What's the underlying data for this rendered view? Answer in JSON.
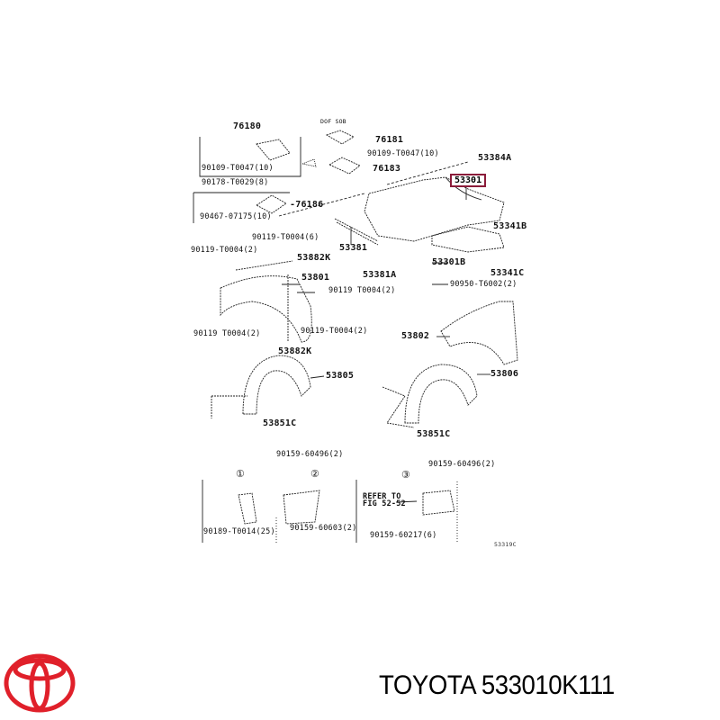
{
  "header": {
    "figure_code": "DOF SOB"
  },
  "parts": {
    "p76180": "76180",
    "p76181": "76181",
    "p76183": "76183",
    "p76186": "-76186",
    "p53384A": "53384A",
    "p53301": "53301",
    "p53341B": "53341B",
    "p53381": "53381",
    "p53381A": "53381A",
    "p53301B": "53301B",
    "p53341C": "53341C",
    "p53882K_top": "53882K",
    "p53801": "53801",
    "p53802": "53802",
    "p53882K_mid": "53882K",
    "p53805": "53805",
    "p53806": "53806",
    "p53851C_left": "53851C",
    "p53851C_right": "53851C"
  },
  "fasteners": {
    "f1": "90109-T0047(10)",
    "f2": "90178-T0029(8)",
    "f3": "90467-07175(10)",
    "f4": "90109-T0047(10)",
    "f5": "90119-T0004(6)",
    "f6": "90119-T0004(2)",
    "f7": "90119 T0004(2)",
    "f8": "90119 T0004(2)",
    "f9": "90119-T0004(2)",
    "f10": "90950-T6002(2)",
    "f11": "90159-60496(2)",
    "f12": "90159-60496(2)"
  },
  "details": {
    "c1": "①",
    "c2": "②",
    "c3": "③",
    "d1_part": "90189-T0014(25)",
    "d2_part": "90159-60603(2)",
    "d3_ref": "REFER TO",
    "d3_fig": "FIG 52-52",
    "d3_part": "90159-60217(6)"
  },
  "diagram_code": "53319C",
  "footer": {
    "brand": "TOYOTA",
    "part_number": "533010K111",
    "title": "TOYOTA 533010K111"
  },
  "colors": {
    "highlight": "#8b1c3a",
    "logo_red": "#e0202a"
  }
}
